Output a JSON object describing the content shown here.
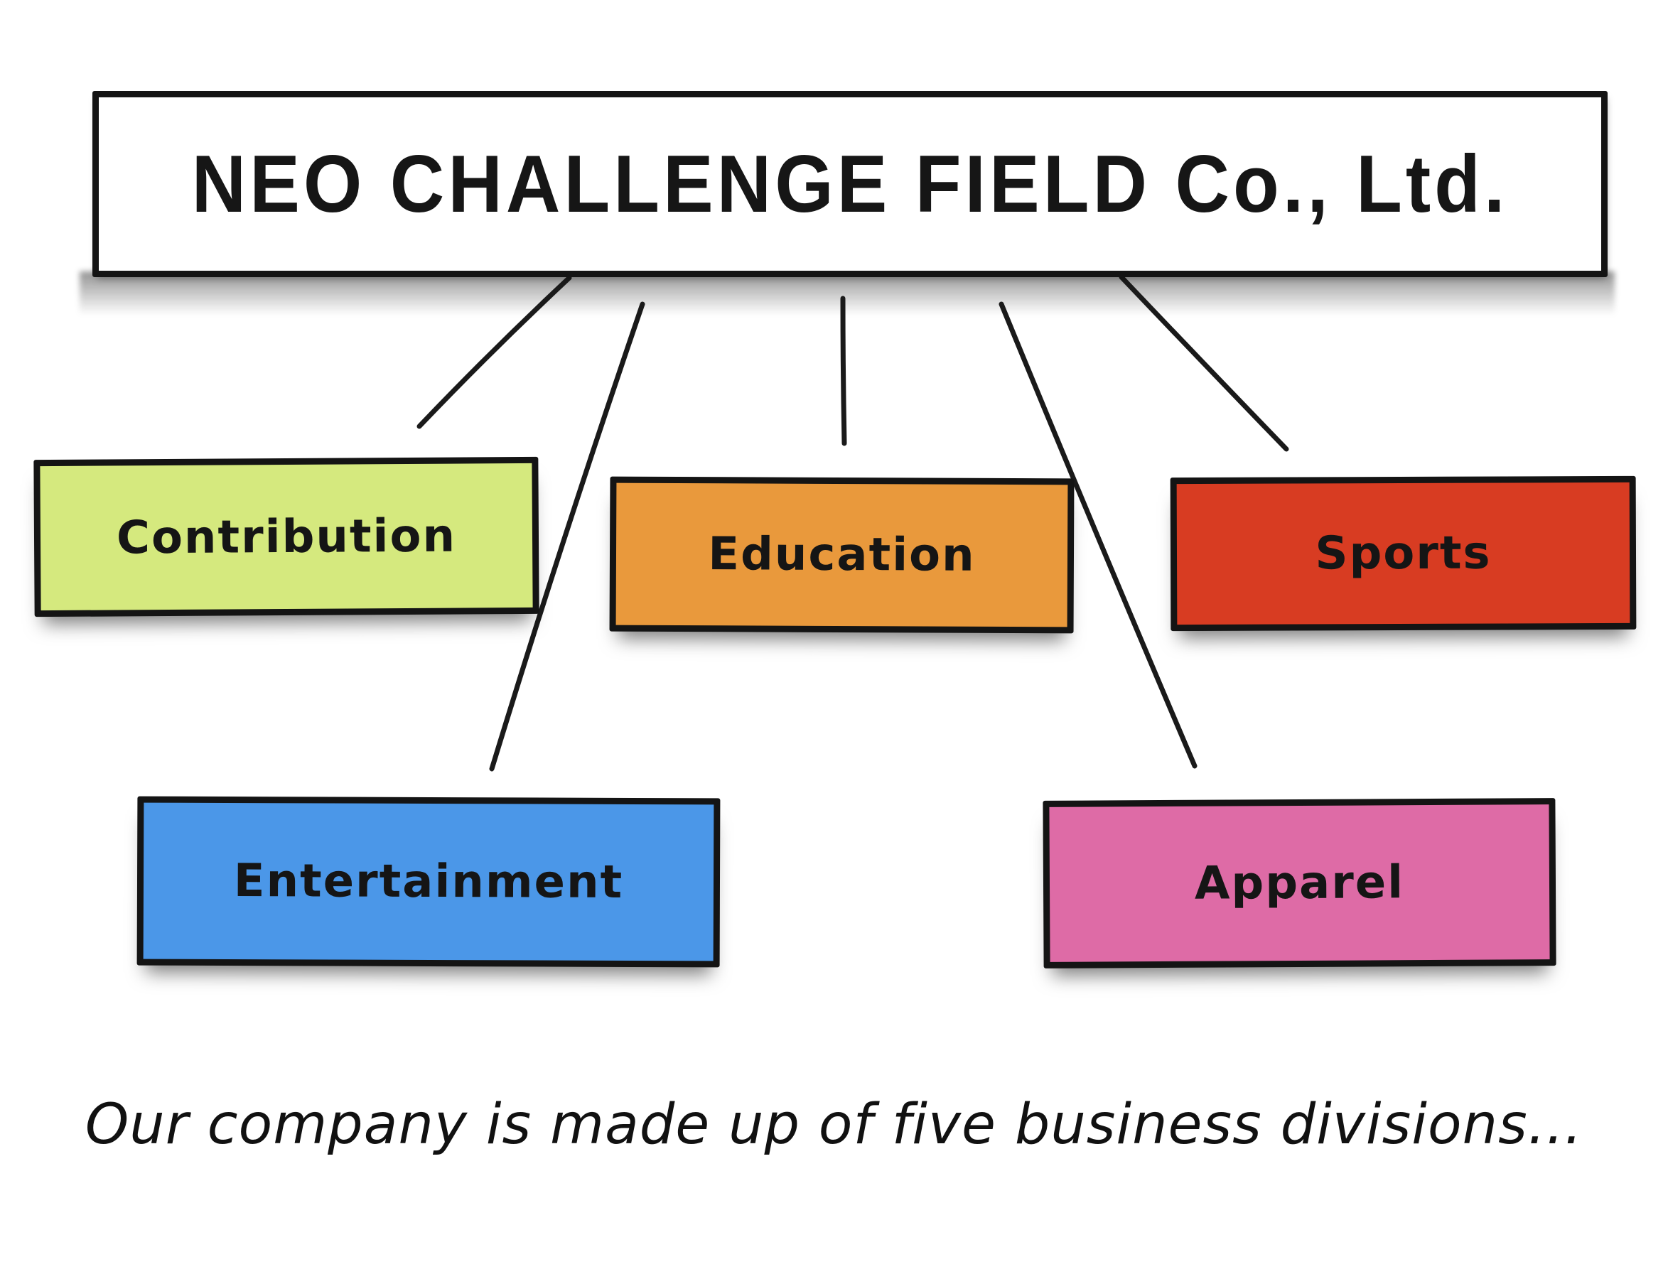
{
  "title": {
    "text": "NEO CHALLENGE FIELD Co., Ltd."
  },
  "caption": {
    "text": "Our company is made up of five business divisions..."
  },
  "colors": {
    "ink": "#141414",
    "background": "#ffffff",
    "title_box_fill": "#ffffff"
  },
  "divisions": [
    {
      "label": "Contribution",
      "color": "#d5e97e"
    },
    {
      "label": "Education",
      "color": "#e9993c"
    },
    {
      "label": "Sports",
      "color": "#d83c22"
    },
    {
      "label": "Entertainment",
      "color": "#4b97e8"
    },
    {
      "label": "Apparel",
      "color": "#de6ba6"
    }
  ]
}
